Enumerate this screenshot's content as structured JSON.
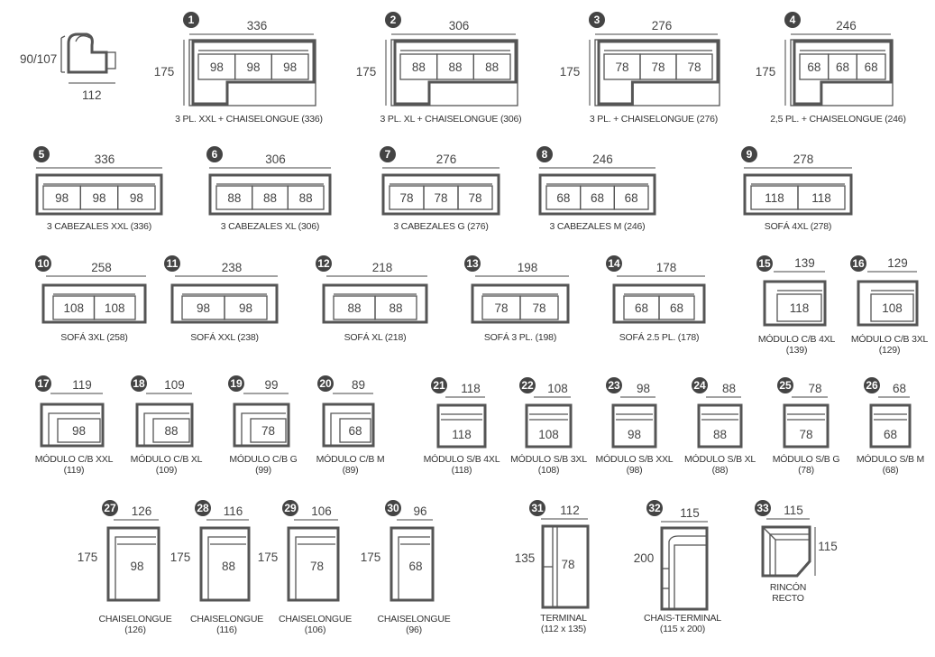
{
  "reference": {
    "height_label": "90/107",
    "depth_label": "112"
  },
  "modules": [
    {
      "n": "1",
      "width": "336",
      "depth": "175",
      "seats": [
        "98",
        "98",
        "98"
      ],
      "label": [
        "3 PL. XXL + CHAISELONGUE (336)"
      ]
    },
    {
      "n": "2",
      "width": "306",
      "depth": "175",
      "seats": [
        "88",
        "88",
        "88"
      ],
      "label": [
        "3 PL. XL + CHAISELONGUE (306)"
      ]
    },
    {
      "n": "3",
      "width": "276",
      "depth": "175",
      "seats": [
        "78",
        "78",
        "78"
      ],
      "label": [
        "3 PL. + CHAISELONGUE (276)"
      ]
    },
    {
      "n": "4",
      "width": "246",
      "depth": "175",
      "seats": [
        "68",
        "68",
        "68"
      ],
      "label": [
        "2,5 PL. + CHAISELONGUE (246)"
      ]
    },
    {
      "n": "5",
      "width": "336",
      "seats": [
        "98",
        "98",
        "98"
      ],
      "label": [
        "3 CABEZALES XXL (336)"
      ]
    },
    {
      "n": "6",
      "width": "306",
      "seats": [
        "88",
        "88",
        "88"
      ],
      "label": [
        "3 CABEZALES XL (306)"
      ]
    },
    {
      "n": "7",
      "width": "276",
      "seats": [
        "78",
        "78",
        "78"
      ],
      "label": [
        "3 CABEZALES G (276)"
      ]
    },
    {
      "n": "8",
      "width": "246",
      "seats": [
        "68",
        "68",
        "68"
      ],
      "label": [
        "3 CABEZALES M (246)"
      ]
    },
    {
      "n": "9",
      "width": "278",
      "seats": [
        "118",
        "118"
      ],
      "label": [
        "SOFÁ 4XL (278)"
      ]
    },
    {
      "n": "10",
      "width": "258",
      "seats": [
        "108",
        "108"
      ],
      "label": [
        "SOFÁ 3XL (258)"
      ]
    },
    {
      "n": "11",
      "width": "238",
      "seats": [
        "98",
        "98"
      ],
      "label": [
        "SOFÁ XXL (238)"
      ]
    },
    {
      "n": "12",
      "width": "218",
      "seats": [
        "88",
        "88"
      ],
      "label": [
        "SOFÁ XL (218)"
      ]
    },
    {
      "n": "13",
      "width": "198",
      "seats": [
        "78",
        "78"
      ],
      "label": [
        "SOFÁ 3 PL. (198)"
      ]
    },
    {
      "n": "14",
      "width": "178",
      "seats": [
        "68",
        "68"
      ],
      "label": [
        "SOFÁ 2.5 PL. (178)"
      ]
    },
    {
      "n": "15",
      "width": "139",
      "seats": [
        "118"
      ],
      "label": [
        "MÓDULO C/B 4XL",
        "(139)"
      ]
    },
    {
      "n": "16",
      "width": "129",
      "seats": [
        "108"
      ],
      "label": [
        "MÓDULO C/B 3XL",
        "(129)"
      ]
    },
    {
      "n": "17",
      "width": "119",
      "seats": [
        "98"
      ],
      "label": [
        "MÓDULO C/B XXL",
        "(119)"
      ]
    },
    {
      "n": "18",
      "width": "109",
      "seats": [
        "88"
      ],
      "label": [
        "MÓDULO C/B XL",
        "(109)"
      ]
    },
    {
      "n": "19",
      "width": "99",
      "seats": [
        "78"
      ],
      "label": [
        "MÓDULO C/B G",
        "(99)"
      ]
    },
    {
      "n": "20",
      "width": "89",
      "seats": [
        "68"
      ],
      "label": [
        "MÓDULO C/B M",
        "(89)"
      ]
    },
    {
      "n": "21",
      "width": "118",
      "seats": [
        "118"
      ],
      "label": [
        "MÓDULO S/B 4XL",
        "(118)"
      ]
    },
    {
      "n": "22",
      "width": "108",
      "seats": [
        "108"
      ],
      "label": [
        "MÓDULO S/B 3XL",
        "(108)"
      ]
    },
    {
      "n": "23",
      "width": "98",
      "seats": [
        "98"
      ],
      "label": [
        "MÓDULO S/B XXL",
        "(98)"
      ]
    },
    {
      "n": "24",
      "width": "88",
      "seats": [
        "88"
      ],
      "label": [
        "MÓDULO S/B XL",
        "(88)"
      ]
    },
    {
      "n": "25",
      "width": "78",
      "seats": [
        "78"
      ],
      "label": [
        "MÓDULO S/B G",
        "(78)"
      ]
    },
    {
      "n": "26",
      "width": "68",
      "seats": [
        "68"
      ],
      "label": [
        "MÓDULO S/B M",
        "(68)"
      ]
    },
    {
      "n": "27",
      "width": "126",
      "depth": "175",
      "seats": [
        "98"
      ],
      "label": [
        "CHAISELONGUE",
        "(126)"
      ]
    },
    {
      "n": "28",
      "width": "116",
      "depth": "175",
      "seats": [
        "88"
      ],
      "label": [
        "CHAISELONGUE",
        "(116)"
      ]
    },
    {
      "n": "29",
      "width": "106",
      "depth": "175",
      "seats": [
        "78"
      ],
      "label": [
        "CHAISELONGUE",
        "(106)"
      ]
    },
    {
      "n": "30",
      "width": "96",
      "depth": "175",
      "seats": [
        "68"
      ],
      "label": [
        "CHAISELONGUE",
        "(96)"
      ]
    },
    {
      "n": "31",
      "width": "112",
      "depth": "135",
      "seats": [
        "78"
      ],
      "label": [
        "TERMINAL",
        "(112 x 135)"
      ]
    },
    {
      "n": "32",
      "width": "115",
      "depth": "200",
      "seats": [],
      "label": [
        "CHAIS-TERMINAL",
        "(115 x 200)"
      ]
    },
    {
      "n": "33",
      "width": "115",
      "depth": "115",
      "seats": [],
      "label": [
        "RINCÓN",
        "RECTO"
      ]
    }
  ]
}
